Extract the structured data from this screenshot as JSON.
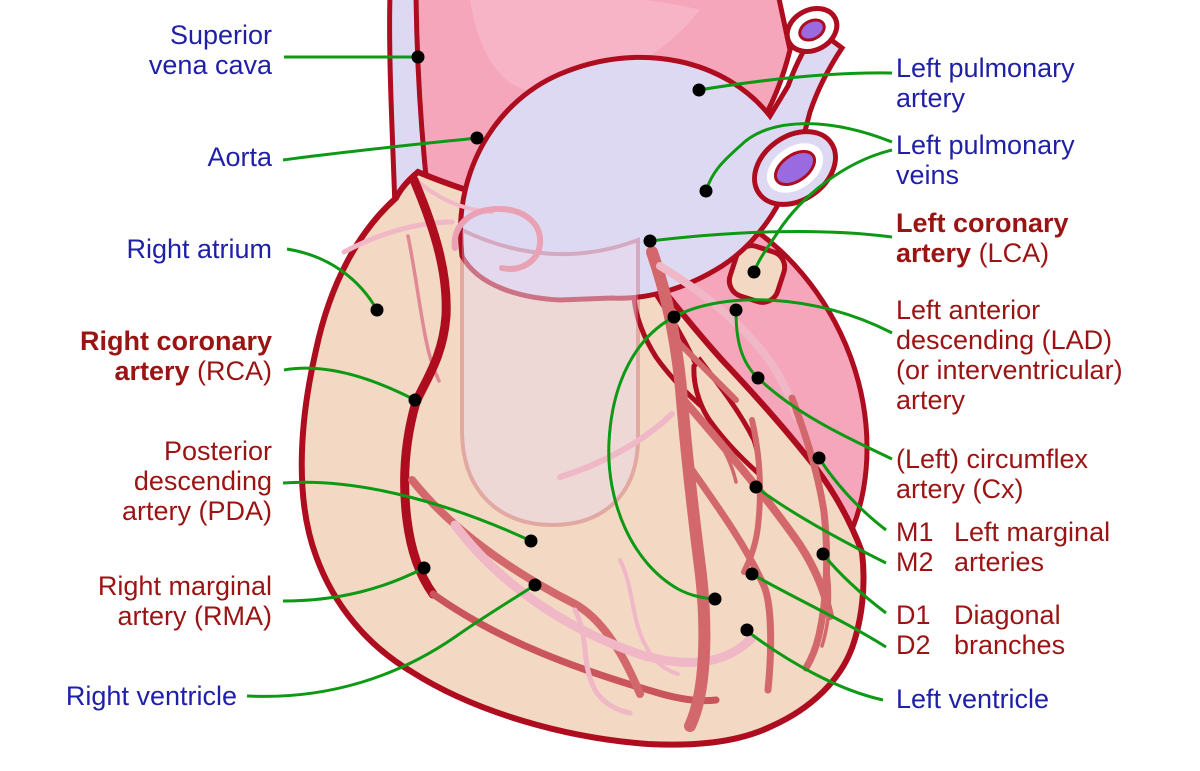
{
  "figure": {
    "type": "anatomical-diagram",
    "subject": "Human heart with coronary arteries (anterior view)"
  },
  "colors": {
    "outline_red": "#ae0c1f",
    "vessel_red": "#d2686c",
    "vessel_light": "#f0b7c6",
    "pink": "#f5a6ba",
    "pink_light": "#f8c0cf",
    "lavender": "#ded9f2",
    "purple_lumen": "#9a6ae0",
    "muscle": "#f3d8c3",
    "leader_green": "#0d9914",
    "dot_black": "#000000",
    "label_blue": "#1f1fa8",
    "label_red": "#9b1414"
  },
  "labels": {
    "superior_vena_cava": {
      "text": "Superior\nvena cava"
    },
    "aorta": {
      "text": "Aorta"
    },
    "right_atrium": {
      "text": "Right atrium"
    },
    "right_coronary_artery": {
      "name": "Right coronary\nartery",
      "abbr": " (RCA)"
    },
    "posterior_descending_artery": {
      "text": "Posterior\ndescending\nartery (PDA)"
    },
    "right_marginal_artery": {
      "text": "Right marginal\nartery (RMA)"
    },
    "right_ventricle": {
      "text": "Right ventricle"
    },
    "left_pulmonary_artery": {
      "text": "Left pulmonary\nartery"
    },
    "left_pulmonary_veins": {
      "text": "Left pulmonary\nveins"
    },
    "left_coronary_artery": {
      "name": "Left coronary\nartery",
      "abbr": " (LCA)"
    },
    "left_anterior_descending": {
      "text": "Left anterior\ndescending (LAD)\n(or interventricular)\nartery"
    },
    "circumflex": {
      "text": "(Left) circumflex\nartery (Cx)"
    },
    "marginal_group": {
      "abbr": "M1\nM2",
      "text": "Left marginal\narteries"
    },
    "diagonal_group": {
      "abbr": "D1\nD2",
      "text": "Diagonal\nbranches"
    },
    "left_ventricle": {
      "text": "Left ventricle"
    }
  }
}
